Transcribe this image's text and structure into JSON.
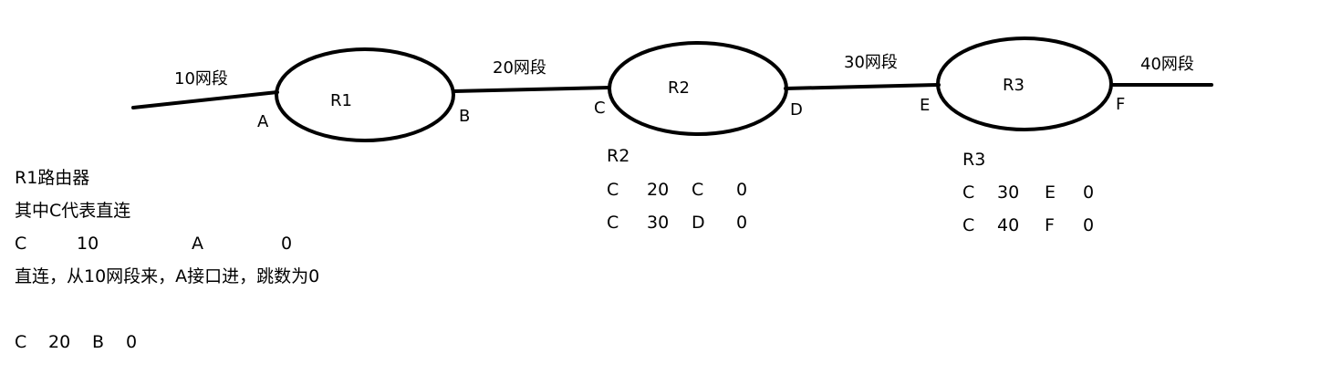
{
  "diagram": {
    "routers": [
      {
        "label": "R1"
      },
      {
        "label": "R2"
      },
      {
        "label": "R3"
      }
    ],
    "segments": [
      {
        "label": "10网段"
      },
      {
        "label": "20网段"
      },
      {
        "label": "30网段"
      },
      {
        "label": "40网段"
      }
    ],
    "interfaces": [
      "A",
      "B",
      "C",
      "D",
      "E",
      "F"
    ]
  },
  "r1_notes": {
    "title": "R1路由器",
    "legend": "其中C代表直连",
    "row1": [
      "C",
      "10",
      "A",
      "0"
    ],
    "explain": "直连，从10网段来，A接口进，跳数为0",
    "row2": [
      "C",
      "20",
      "B",
      "0"
    ]
  },
  "r2_table": {
    "title": "R2",
    "rows": [
      [
        "C",
        "20",
        "C",
        "0"
      ],
      [
        "C",
        "30",
        "D",
        "0"
      ]
    ]
  },
  "r3_table": {
    "title": "R3",
    "rows": [
      [
        "C",
        "30",
        "E",
        "0"
      ],
      [
        "C",
        "40",
        "F",
        "0"
      ]
    ]
  },
  "colors": {
    "stroke": "#000000",
    "background": "#ffffff"
  }
}
